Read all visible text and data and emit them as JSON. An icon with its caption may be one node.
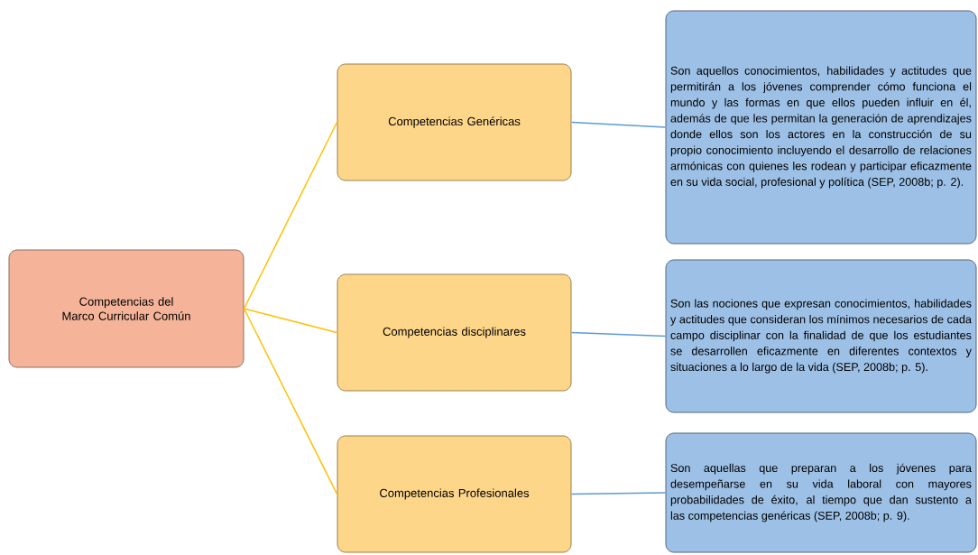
{
  "diagram": {
    "nodes": [
      {
        "text": [
          "Competencias del Marco Curricular Común"
        ]
      },
      {
        "text": [
          "Competencias Genéricas"
        ]
      },
      {
        "text": [
          "Competencias disciplinares"
        ]
      },
      {
        "text": [
          "Competencias Profesionales"
        ]
      },
      {
        "text": [
          "Son aquellos conocimientos, habilidades y actitudes que permitirán a los jóvenes comprender cómo funciona el mundo y las formas en que ellos pueden influir en él, además de que les permitan la generación de aprendizajes donde ellos son los actores en la construcción de su propio conocimiento incluyendo el desarrollo de relaciones armónicas con quienes les rodean y participar eficazmente en su vida social, profesional y política (SEP, 2008b; p. 2)."
        ]
      },
      {
        "text": [
          "Son las nociones que expresan conocimientos, habilidades y actitudes que consideran los mínimos necesarios de cada campo disciplinar con la finalidad de que los estudiantes se desarrollen eficazmente en diferentes contextos y situaciones a lo largo de la vida (SEP, 2008b; p. 5)."
        ]
      },
      {
        "text": [
          "Son aquellas que preparan a los jóvenes para desempeñarse en su vida laboral con mayores probabilidades de éxito, al tiempo que dan sustento a las competencias genéricas (SEP, 2008b; p. 9)."
        ]
      }
    ],
    "edges": [
      {
        "from": 0,
        "to": 1,
        "arrow": "none",
        "color": "#ffc000"
      },
      {
        "from": 0,
        "to": 2,
        "arrow": "none",
        "color": "#ffc000"
      },
      {
        "from": 0,
        "to": 3,
        "arrow": "none",
        "color": "#ffc000"
      },
      {
        "from": 1,
        "to": 4,
        "arrow": "none",
        "color": "#5b9bd5"
      },
      {
        "from": 2,
        "to": 5,
        "arrow": "none",
        "color": "#5b9bd5"
      },
      {
        "from": 3,
        "to": 6,
        "arrow": "none",
        "color": "#5b9bd5"
      }
    ]
  }
}
